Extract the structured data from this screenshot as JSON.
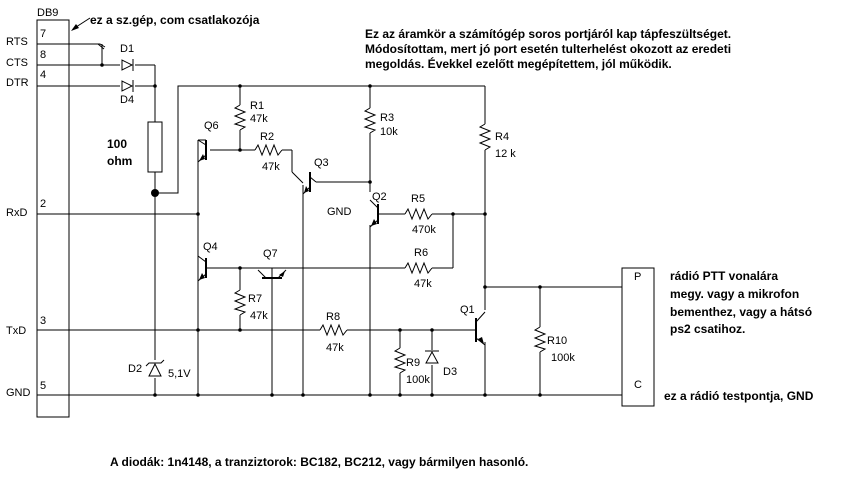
{
  "connector": {
    "name": "DB9",
    "pins": [
      {
        "label": "RTS",
        "number": "7"
      },
      {
        "label": "CTS",
        "number": "8"
      },
      {
        "label": "DTR",
        "number": "4"
      },
      {
        "label": "RxD",
        "number": "2"
      },
      {
        "label": "TxD",
        "number": "3"
      },
      {
        "label": "GND",
        "number": "5"
      }
    ]
  },
  "output_connector": {
    "pins": [
      {
        "label": "P"
      },
      {
        "label": "C"
      }
    ]
  },
  "notes": {
    "pc_side": "ez a sz.gép, com csatlakozója",
    "description": [
      "Ez az áramkör a számítógép soros portjáról kap tápfeszültséget.",
      "Módosítottam, mert jó port esetén tulterhelést okozott az eredeti",
      "megoldás.  Évekkel ezelőtt megépítettem, jól működik."
    ],
    "ptt": [
      "rádió PTT vonalára",
      "megy. vagy a mikrofon",
      "bementhez, vagy a hátsó",
      "ps2 csatihoz."
    ],
    "ground": "ez a rádió testpontja, GND",
    "footer": "A diodák: 1n4148, a tranziztorok: BC182, BC212, vagy bármilyen hasonló."
  },
  "components": {
    "r100_value": "100",
    "r100_unit": "ohm",
    "d1": "D1",
    "d4": "D4",
    "d2": "D2",
    "d2_value": "5,1V",
    "d3": "D3",
    "q1": "Q1",
    "q2": "Q2",
    "q3": "Q3",
    "q4": "Q4",
    "q6": "Q6",
    "q7": "Q7",
    "gnd_label": "GND",
    "r1": "R1",
    "r1_value": "47k",
    "r2": "R2",
    "r2_value": "47k",
    "r3": "R3",
    "r3_value": "10k",
    "r4": "R4",
    "r4_value": "12 k",
    "r5": "R5",
    "r5_value": "470k",
    "r6": "R6",
    "r6_value": "47k",
    "r7": "R7",
    "r7_value": "47k",
    "r8": "R8",
    "r8_value": "47k",
    "r9": "R9",
    "r9_value": "100k",
    "r10": "R10",
    "r10_value": "100k"
  },
  "colors": {
    "line": "#000000",
    "background": "#ffffff"
  }
}
